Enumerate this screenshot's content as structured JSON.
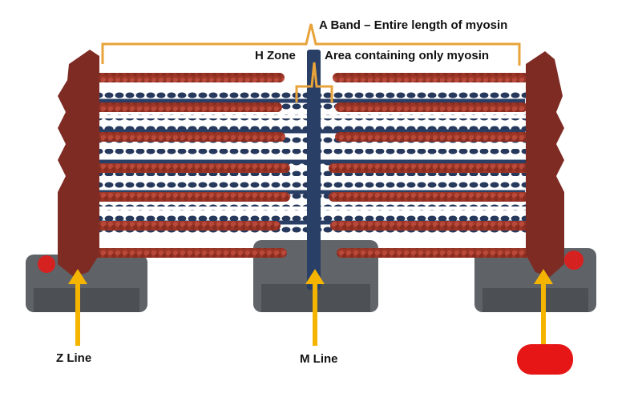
{
  "labels": {
    "a_band": "A Band – Entire length of myosin",
    "h_zone": "H Zone",
    "h_zone_desc": "Area containing only myosin",
    "z_line": "Z Line",
    "m_line": "M Line"
  },
  "answer_box": "",
  "colors": {
    "bracket": "#e8a33a",
    "arrow": "#f5b400",
    "redact": "#e61616",
    "actin": "#a83a2a",
    "myosin": "#2a3f66",
    "z_disc": "#7e2b24",
    "base": "#6b6e72",
    "button": "#d62121"
  }
}
